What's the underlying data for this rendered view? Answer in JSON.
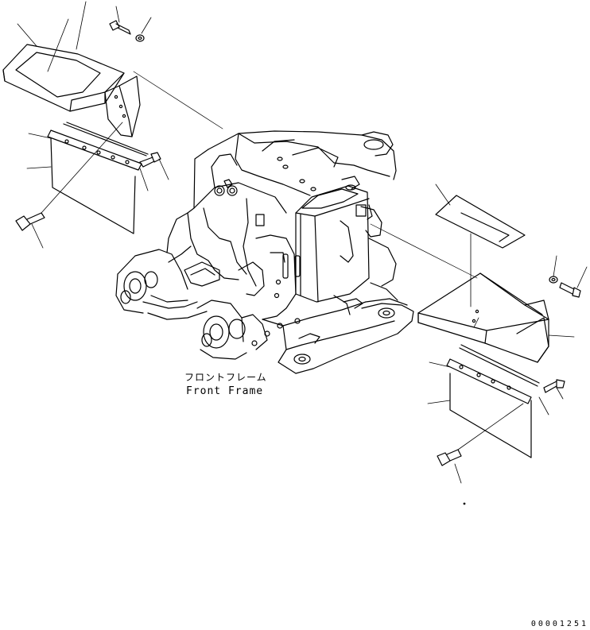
{
  "figure": {
    "caption_jp": "フロントフレーム",
    "caption_en": "Front Frame",
    "drawing_code": "00001251"
  },
  "colors": {
    "line": "#000000",
    "background": "#ffffff"
  }
}
